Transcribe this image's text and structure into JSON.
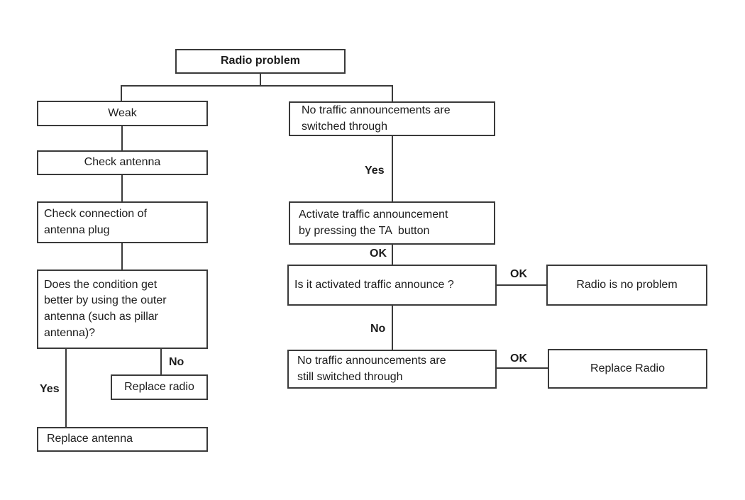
{
  "diagram": {
    "type": "flowchart",
    "background_color": "#ffffff",
    "line_color": "#3a3a3a",
    "text_color": "#1c1c1c",
    "nodes": {
      "radio_problem": "Radio problem",
      "weak": "Weak",
      "check_antenna": "Check antenna",
      "check_connection": "Check connection of\nantenna plug",
      "does_condition": "Does the condition get\nbetter by using the outer\nantenna (such as pillar\nantenna)?",
      "replace_radio_left": "Replace radio",
      "replace_antenna": "Replace antenna",
      "no_traffic": "No traffic announcements are\nswitched through",
      "activate_traffic": "Activate traffic announcement\nby pressing the TA  button",
      "is_activated": "Is it activated traffic announce ?",
      "no_traffic_still": "No traffic announcements are\nstill switched through",
      "radio_no_problem": "Radio is no problem",
      "replace_radio_right": "Replace Radio"
    },
    "labels": {
      "yes_left": "Yes",
      "no_left": "No",
      "yes_right": "Yes",
      "ok_activate": "OK",
      "no_right": "No",
      "ok_no_problem": "OK",
      "ok_replace": "OK"
    }
  }
}
